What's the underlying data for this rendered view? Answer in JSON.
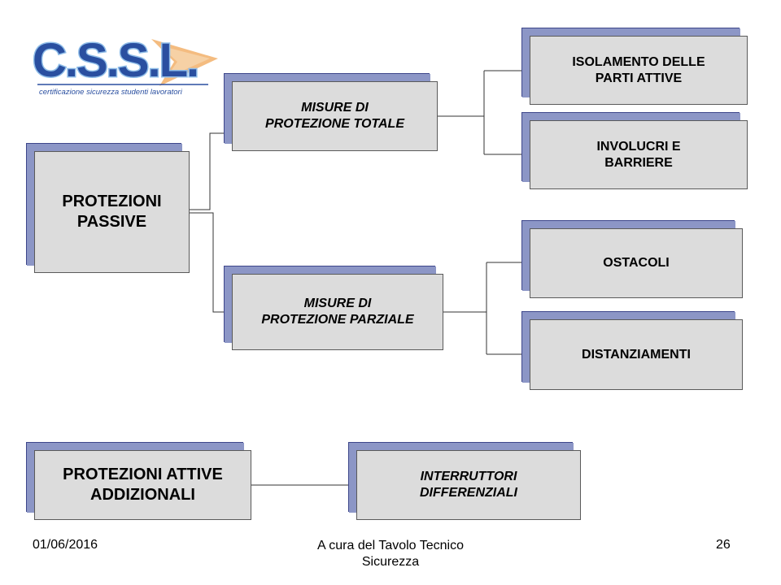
{
  "logo": {
    "text": "C.S.S.L.",
    "tagline": "certificazione sicurezza studenti lavoratori",
    "colors": {
      "letters": "#2a4fa0",
      "outline": "#7fb2e5",
      "arrow": "#f0a050"
    }
  },
  "diagram": {
    "root_passive": "PROTEZIONI\nPASSIVE",
    "total": "MISURE DI\nPROTEZIONE TOTALE",
    "partial": "MISURE DI\nPROTEZIONE PARZIALE",
    "isolamento": "ISOLAMENTO DELLE\nPARTI ATTIVE",
    "involucri": "INVOLUCRI E\nBARRIERE",
    "ostacoli": "OSTACOLI",
    "distanziamenti": "DISTANZIAMENTI",
    "root_active": "PROTEZIONI ATTIVE\nADDIZIONALI",
    "interruttori": "INTERRUTTORI\nDIFFERENZIALI"
  },
  "footer": {
    "date": "01/06/2016",
    "credit": "A cura del Tavolo Tecnico\nSicurezza",
    "page": "26"
  },
  "colors": {
    "box_fill": "#dcdcdc",
    "shadow_fill": "#8c96c6",
    "shadow_edge": "#3d468a"
  }
}
